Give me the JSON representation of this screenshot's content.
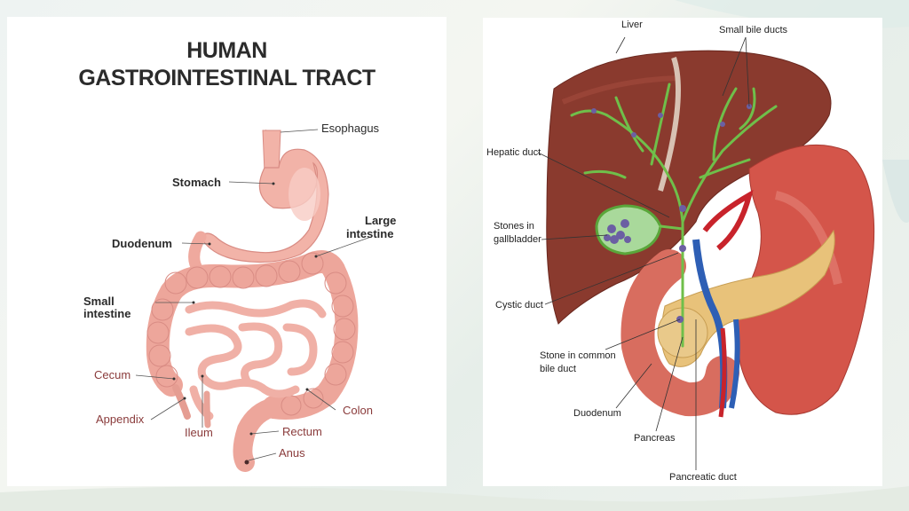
{
  "left_diagram": {
    "title_line1": "HUMAN",
    "title_line2": "GASTROINTESTINAL TRACT",
    "labels": {
      "esophagus": "Esophagus",
      "stomach": "Stomach",
      "duodenum": "Duodenum",
      "large_intestine_1": "Large",
      "large_intestine_2": "intestine",
      "small_intestine_1": "Small",
      "small_intestine_2": "intestine",
      "cecum": "Cecum",
      "appendix": "Appendix",
      "ileum": "Ileum",
      "rectum": "Rectum",
      "colon": "Colon",
      "anus": "Anus"
    }
  },
  "right_diagram": {
    "labels": {
      "liver": "Liver",
      "small_bile_ducts": "Small bile ducts",
      "hepatic_duct": "Hepatic duct",
      "stones_gallbladder_1": "Stones in",
      "stones_gallbladder_2": "gallbladder",
      "cystic_duct": "Cystic duct",
      "stone_common_1": "Stone in common",
      "stone_common_2": "bile duct",
      "duodenum": "Duodenum",
      "pancreas": "Pancreas",
      "pancreatic_duct": "Pancreatic duct"
    }
  },
  "colors": {
    "organ_pink": "#f2b3a8",
    "organ_pink_dark": "#d98c84",
    "liver_brown": "#8a3a2e",
    "stomach_red": "#d4554a",
    "bile_green": "#6fbf4a",
    "pancreas_tan": "#e8c27a",
    "vessel_blue": "#2e5fb5",
    "vessel_red": "#c8232b"
  }
}
